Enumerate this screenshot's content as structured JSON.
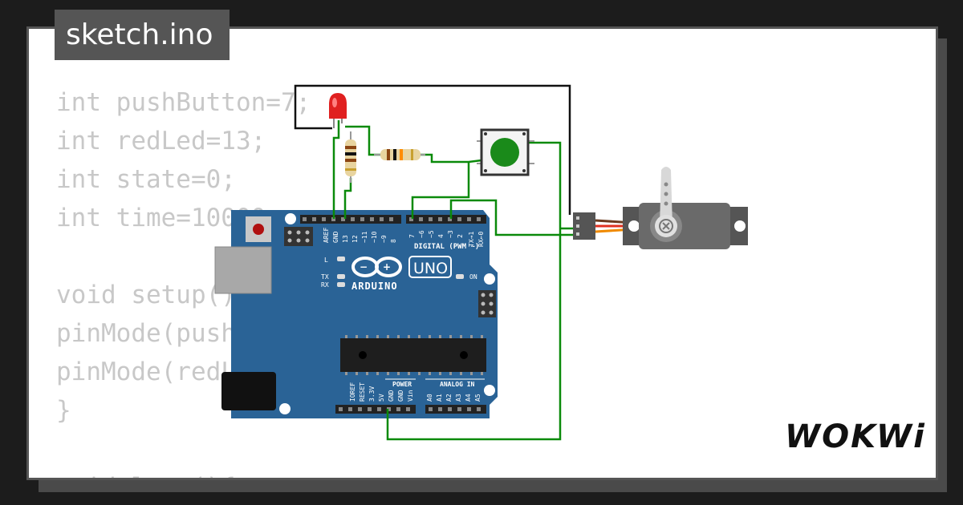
{
  "tab": {
    "filename": "sketch.ino"
  },
  "code": {
    "lines": [
      "int pushButton=7;",
      "int redLed=13;",
      "int state=0;",
      "int time=10000;",
      "",
      "void setup(){",
      "pinMode(pushButton,INPUT);",
      "pinMode(redLed,OUTPUT);",
      "}",
      "",
      "void loop(){"
    ]
  },
  "board": {
    "brand": "ARDUINO",
    "model": "UNO",
    "digital_label": "DIGITAL (PWM ~)",
    "power_label": "POWER",
    "analog_label": "ANALOG IN",
    "led_l": "L",
    "led_tx": "TX",
    "led_rx": "RX",
    "led_on": "ON",
    "top_pins": [
      "AREF",
      "GND",
      "13",
      "12",
      "~11",
      "~10",
      "~9",
      "8",
      "7",
      "~6",
      "~5",
      "4",
      "~3",
      "2",
      "TX→1",
      "RX←0"
    ],
    "bottom_pins": [
      "IOREF",
      "RESET",
      "3.3V",
      "5V",
      "GND",
      "GND",
      "Vin",
      "A0",
      "A1",
      "A2",
      "A3",
      "A4",
      "A5"
    ]
  },
  "logo": {
    "text": "WOKWi"
  },
  "colors": {
    "board_blue": "#2a6396",
    "wire_green": "#0a8a0a",
    "wire_black": "#111111",
    "led_red": "#e02020",
    "button_green": "#1a8a1a",
    "servo_gray": "#666666"
  }
}
